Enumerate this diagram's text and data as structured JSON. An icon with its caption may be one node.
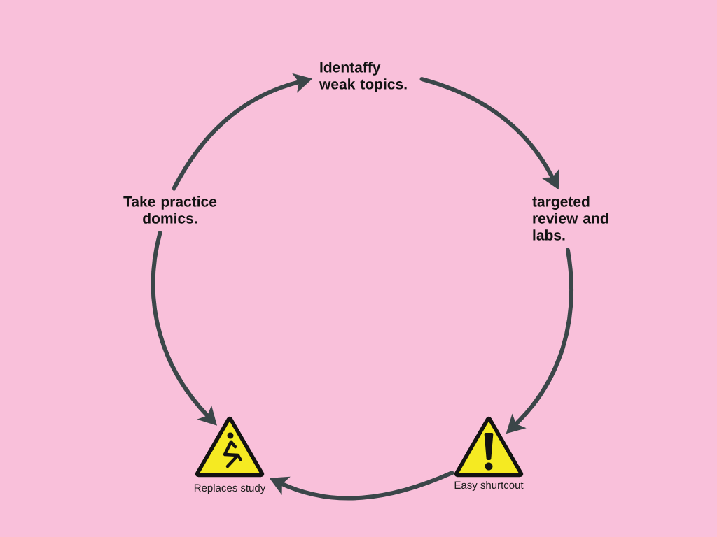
{
  "diagram": {
    "nodes": [
      {
        "text": [
          "Identaffy weak topics."
        ]
      },
      {
        "text": [
          "Take practice domics."
        ]
      },
      {
        "text": [
          "targeted review and labs."
        ]
      },
      {
        "text": [],
        "shape": "picture",
        "beside": [
          "Replaces study"
        ]
      },
      {
        "text": [],
        "shape": "picture",
        "beside": [
          "Easy shurtcout"
        ]
      }
    ],
    "edges": [
      {
        "from": 1,
        "to": 0,
        "arrow": "to"
      },
      {
        "from": 0,
        "to": 2,
        "arrow": "to"
      },
      {
        "from": 2,
        "to": 4,
        "arrow": "to"
      },
      {
        "from": 4,
        "to": 3,
        "arrow": "to"
      },
      {
        "from": 1,
        "to": 3,
        "arrow": "to"
      }
    ]
  }
}
